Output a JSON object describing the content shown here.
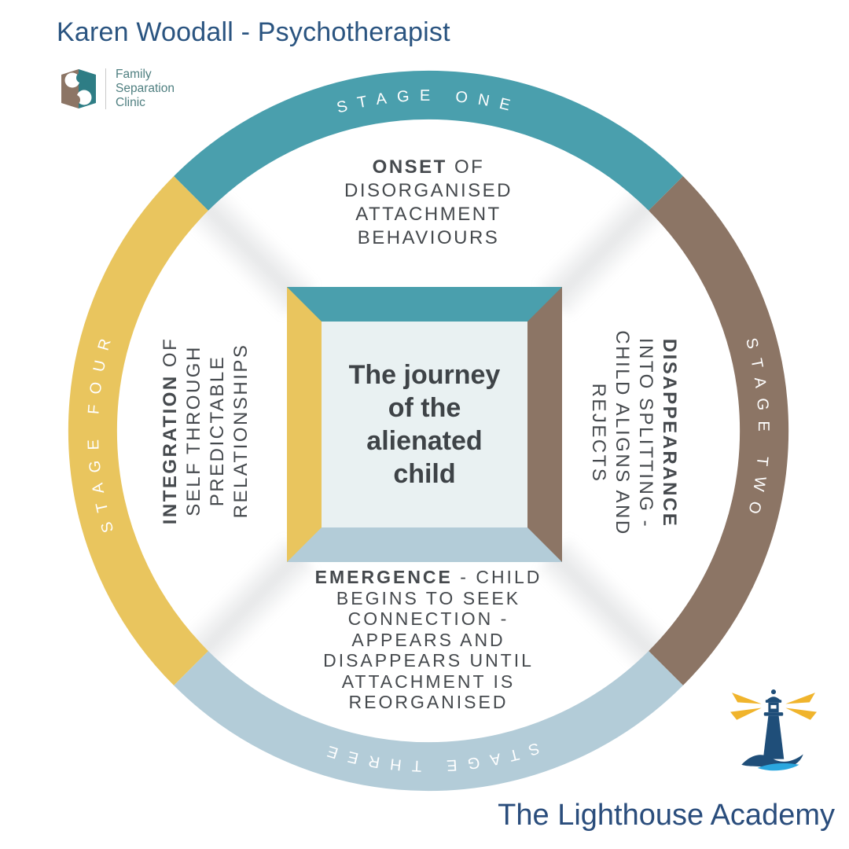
{
  "header": {
    "title": "Karen Woodall - Psychotherapist"
  },
  "clinic_logo": {
    "line1": "Family",
    "line2": "Separation",
    "line3": "Clinic"
  },
  "center": {
    "title": "The journey\nof the\nalienated\nchild"
  },
  "stages": [
    {
      "arc_label": "STAGE ONE",
      "lead": "ONSET",
      "rest": " OF\nDISORGANISED\nATTACHMENT\nBEHAVIOURS",
      "color": "#4a9fad"
    },
    {
      "arc_label": "STAGE TWO",
      "lead": "DISAPPEARANCE",
      "rest": "\nINTO SPLITTING -\nCHILD ALIGNS AND\nREJECTS",
      "color": "#8c7565"
    },
    {
      "arc_label": "STAGE THREE",
      "lead": "EMERGENCE",
      "rest": " - CHILD\nBEGINS TO SEEK\nCONNECTION -\nAPPEARS AND\nDISAPPEARS UNTIL\nATTACHMENT IS\nREORGANISED",
      "color": "#b3ccd8"
    },
    {
      "arc_label": "STAGE FOUR",
      "lead": "INTEGRATION",
      "rest": " OF\nSELF THROUGH\nPREDICTABLE\nRELATIONSHIPS",
      "color": "#e9c55e"
    }
  ],
  "footer": {
    "brand": "The Lighthouse Academy"
  },
  "colors": {
    "header_text": "#2a5480",
    "brand_text": "#2a4d7c",
    "stage_text": "#45494d",
    "center_panel": "#e9f1f2",
    "title_text": "#3e4347",
    "clinic_teal": "#2e7d85",
    "clinic_brown": "#8c7565",
    "clinic_text": "#4f7f80",
    "lighthouse_navy": "#1f4e79",
    "beam_yellow": "#f0b42c",
    "wave_blue": "#2ba7df"
  }
}
